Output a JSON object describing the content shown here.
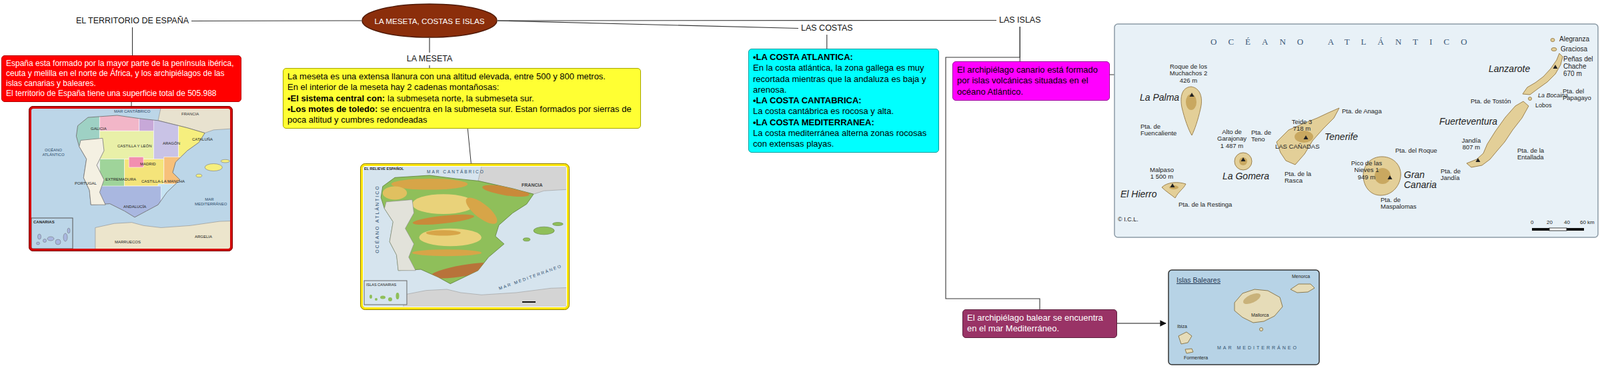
{
  "diagram": {
    "nodes": [
      {
        "text": [
          "LA MESETA, COSTAS E ISLAS"
        ]
      },
      {
        "text": [
          "EL TERRITORIO DE ESPAÑA"
        ]
      },
      {
        "text": [
          "LA MESETA"
        ]
      },
      {
        "text": [
          "LAS COSTAS"
        ]
      },
      {
        "text": [
          "LAS ISLAS"
        ]
      },
      {
        "text": [
          "España esta formado por la mayor parte de la península ibérica, ceuta y melilla en el norte de África, y los archipiélagos de las islas canarias y baleares.",
          "El territorio de España tiene una superficie total de 505.988"
        ]
      },
      {
        "text": [
          "La meseta es una extensa llanura con una altitud elevada, entre 500 y 800 metros.",
          "En el interior de la meseta hay 2 cadenas montañosas:",
          "•El sistema central con:",
          "la submeseta norte, la submeseta sur.",
          "•Los motes de toledo:",
          "se encuentra en la submeseta sur. Estan formados por sierras de poca altitud y cumbres redondeadas"
        ]
      },
      {
        "text": [
          "•LA COSTA ATLANTICA:",
          "En la costa atlántica, la zona gallega es muy recortada mientras que la andaluza es baja y arenosa.",
          "•LA COSTA CANTABRICA:",
          "La costa cantábrica es rocosa y alta.",
          "•LA COSTA MEDITERRANEA:",
          "La costa mediterránea alterna zonas rocosas con extensas playas."
        ]
      },
      {
        "text": [
          "El archipiélago canario está formado por islas volcánicas situadas en el océano Atlántico."
        ]
      },
      {
        "text": [
          "El archipiélago balear se encuentra en el mar Mediterráneo."
        ]
      }
    ],
    "edges": [
      {
        "from": 0,
        "to": 1,
        "arrow": "none"
      },
      {
        "from": 1,
        "to": 5,
        "arrow": "none"
      },
      {
        "from": 0,
        "to": 2,
        "arrow": "none"
      },
      {
        "from": 2,
        "to": 6,
        "arrow": "none"
      },
      {
        "from": 0,
        "to": 3,
        "arrow": "none"
      },
      {
        "from": 3,
        "to": 7,
        "arrow": "none"
      },
      {
        "from": 0,
        "to": 4,
        "arrow": "none"
      },
      {
        "from": 4,
        "to": 8,
        "arrow": "none"
      },
      {
        "from": 4,
        "to": 9,
        "arrow": "none"
      }
    ],
    "labels": [
      "MAR CANTÁBRICO",
      "FRANCIA",
      "GALICIA",
      "CASTILLA Y LEÓN",
      "ARAGÓN",
      "CATALUÑA",
      "MADRID",
      "EXTREMADURA",
      "CASTILLA-LA MANCHA",
      "ANDALUCÍA",
      "OCÉANO ATLÁNTICO",
      "PORTUGAL",
      "MAR MEDITERRÁNEO",
      "CANARIAS",
      "MARRUECOS",
      "ARGELIA",
      "EL RELIEVE ESPAÑOL",
      "MAR CANTÁBRICO",
      "FRANCIA",
      "OCÉANO ATLÁNTICO",
      "MAR MEDITERRÁNEO",
      "ISLAS CANARIAS",
      "OCÉANO ATLÁNTICO",
      "Alegranza",
      "Graciosa",
      "Peñas del Chache 670 m",
      "Lanzarote",
      "Pta. del Papagayo",
      "Pta. de Tostón",
      "La Bocaina",
      "Lobos",
      "Fuerteventura",
      "Jandía 807 m",
      "Pta. de la Entallada",
      "Pta. de Jandía",
      "Roque de los Muchachos 2 426 m",
      "La Palma",
      "Pta. de Fuencaliente",
      "Teide 3 718 m",
      "Pta. de Anaga",
      "Pta. de Teno",
      "Alto de Garajonay 1 487 m",
      "LAS CAÑADAS",
      "Tenerife",
      "Pta. del Roque",
      "La Gomera",
      "Pta. de la Rasca",
      "Pico de las Nieves 1 949 m",
      "Gran Canaria",
      "Pta. de Maspalomas",
      "Malpaso 1 500 m",
      "El Hierro",
      "Pta. de la Restinga",
      "© I.C.L.",
      "0",
      "20",
      "40",
      "60 km",
      "Islas Baleares",
      "Menorca",
      "Mallorca",
      "Ibiza",
      "Formentera",
      "MAR MEDITERRÁNEO"
    ]
  }
}
